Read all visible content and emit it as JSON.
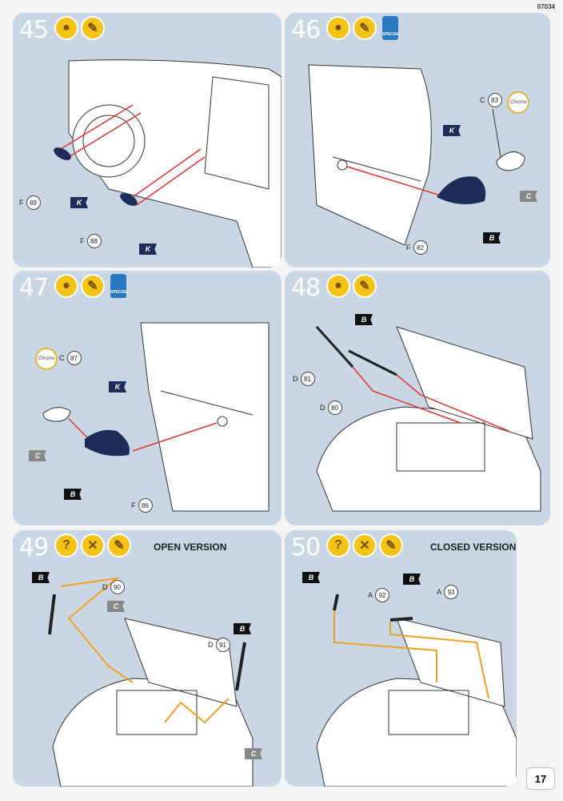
{
  "header": {
    "code": "07034"
  },
  "page_number": "17",
  "steps": [
    {
      "number": "45",
      "icons": [
        "glue-icon",
        "brush-icon"
      ],
      "parts": [
        {
          "letter": "F",
          "num": "89"
        },
        {
          "letter": "F",
          "num": "88"
        }
      ],
      "flags": [
        "K",
        "K"
      ]
    },
    {
      "number": "46",
      "icons": [
        "glue-icon",
        "brush-icon",
        "special-glue-icon"
      ],
      "special_label": "SPECIAL",
      "parts": [
        {
          "letter": "C",
          "num": "83"
        },
        {
          "letter": "F",
          "num": "82"
        }
      ],
      "flags": [
        "K",
        "C",
        "B"
      ],
      "chrome_label": "Chrome"
    },
    {
      "number": "47",
      "icons": [
        "glue-icon",
        "brush-icon",
        "special-glue-icon"
      ],
      "special_label": "SPECIAL",
      "parts": [
        {
          "letter": "C",
          "num": "87"
        },
        {
          "letter": "F",
          "num": "86"
        }
      ],
      "flags": [
        "K",
        "C",
        "B"
      ],
      "chrome_label": "Chrome"
    },
    {
      "number": "48",
      "icons": [
        "glue-icon",
        "brush-icon"
      ],
      "parts": [
        {
          "letter": "D",
          "num": "81"
        },
        {
          "letter": "D",
          "num": "80"
        }
      ],
      "flags": [
        "B"
      ]
    },
    {
      "number": "49",
      "icons": [
        "question-icon",
        "no-glue-icon",
        "brush-icon"
      ],
      "version": "OPEN VERSION",
      "parts": [
        {
          "letter": "D",
          "num": "90"
        },
        {
          "letter": "D",
          "num": "91"
        }
      ],
      "flags": [
        "B",
        "C",
        "B",
        "C"
      ]
    },
    {
      "number": "50",
      "icons": [
        "question-icon",
        "no-glue-icon",
        "brush-icon"
      ],
      "version": "CLOSED VERSION",
      "parts": [
        {
          "letter": "A",
          "num": "92"
        },
        {
          "letter": "A",
          "num": "93"
        }
      ],
      "flags": [
        "B",
        "B"
      ]
    }
  ]
}
